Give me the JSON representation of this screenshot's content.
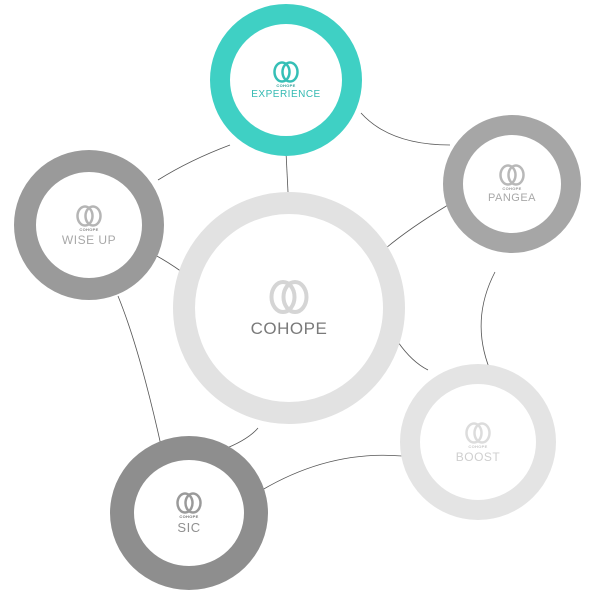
{
  "diagram": {
    "center": {
      "brand": "",
      "name": "COHOPE",
      "ring_color": "#e2e2e2",
      "text_color": "#7a7a7a"
    },
    "nodes": [
      {
        "id": "experience",
        "brand": "COHOPE",
        "name": "EXPERIENCE",
        "ring_color": "#3fd0c4",
        "text_color": "#33b9b2"
      },
      {
        "id": "wise-up",
        "brand": "COHOPE",
        "name": "WISE UP",
        "ring_color": "#9a9a9a",
        "text_color": "#a8a8a8"
      },
      {
        "id": "pangea",
        "brand": "COHOPE",
        "name": "PANGEA",
        "ring_color": "#a6a6a6",
        "text_color": "#a8a8a8"
      },
      {
        "id": "boost",
        "brand": "COHOPE",
        "name": "BOOST",
        "ring_color": "#e4e4e4",
        "text_color": "#cfcfcf"
      },
      {
        "id": "sic",
        "brand": "COHOPE",
        "name": "SIC",
        "ring_color": "#8e8e8e",
        "text_color": "#909090"
      }
    ],
    "connector_color": "#555555"
  }
}
